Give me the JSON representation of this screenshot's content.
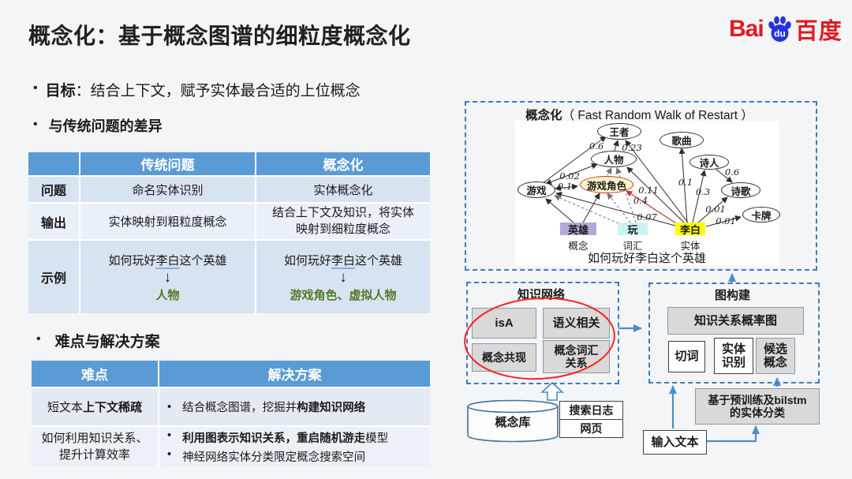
{
  "slide": {
    "title": "概念化：基于概念图谱的细粒度概念化",
    "logo": {
      "bai": "Bai",
      "du": "du",
      "cn": "百度"
    }
  },
  "bullets": {
    "bullet": "•",
    "goal_label": "目标",
    "goal_text": "：结合上下文，赋予实体最合适的上位概念",
    "diff_title": "与传统问题的差异",
    "challenge_title": "难点与解决方案"
  },
  "compare_table": {
    "col_trad": "传统问题",
    "col_conc": "概念化",
    "rows": {
      "problem": {
        "label": "问题",
        "trad": "命名实体识别",
        "conc": "实体概念化"
      },
      "output": {
        "label": "输出",
        "trad": "实体映射到粗粒度概念",
        "conc_l1": "结合上下文及知识，将实体",
        "conc_l2": "映射到细粒度概念"
      },
      "example": {
        "label": "示例",
        "q_pre": "如何玩好",
        "q_entity": "李白",
        "q_post": "这个英雄",
        "arrow": "↓",
        "trad_answer": "人物",
        "conc_answer": "游戏角色、虚拟人物"
      }
    }
  },
  "challenge_table": {
    "col_difficulty": "难点",
    "col_solution": "解决方案",
    "row1": {
      "difficulty_pre": "短文本",
      "difficulty_bold": "上下文稀疏",
      "sol_pre": "结合概念图谱，挖掘并",
      "sol_bold": "构建知识网络"
    },
    "row2": {
      "difficulty_l1": "如何利用知识关系、",
      "difficulty_l2": "提升计算效率",
      "sol1_bold": "利用图表示知识关系，重启随机游走",
      "sol1_post": "模型",
      "sol2": "神经网络实体分类限定概念搜索空间"
    }
  },
  "graph": {
    "title_bold": "概念化",
    "title_rest": "（ Fast Random Walk of Restart ）",
    "caption": "如何玩好李白这个英雄",
    "nodes": {
      "wangzhe": "王者",
      "gequ": "歌曲",
      "renwu": "人物",
      "shiren": "诗人",
      "youxi": "游戏",
      "juese": "游戏角色",
      "shige": "诗歌",
      "kapai": "卡牌",
      "yingxiong": "英雄",
      "wan": "玩",
      "libai": "李白"
    },
    "legend": {
      "concept": "概念",
      "vocab": "词汇",
      "entity": "实体"
    },
    "weights": {
      "youxi_wangzhe": "0.6",
      "libai_wangzhe": "0.23",
      "youxi_renwu": "0.02",
      "youxi_juese": "0.1",
      "libai_renwu": "0.11",
      "libai_juese": "0.4",
      "libai_youxi": "0.07",
      "libai_gequ": "0.1",
      "libai_shiren": "0.3",
      "shiren_shige": "0.6",
      "libai_shige": "0.01",
      "libai_kapai": "0.01"
    }
  },
  "flow": {
    "knowledge_network": {
      "title": "知识网络",
      "isa": "isA",
      "semantic": "语义相关",
      "cooccur": "概念共现",
      "vocab_l1": "概念词汇",
      "vocab_l2": "关系"
    },
    "graph_build": {
      "title": "图构建",
      "prob_graph": "知识关系概率图",
      "cut": "切词",
      "ner_l1": "实体",
      "ner_l2": "识别",
      "cand_l1": "候选",
      "cand_l2": "概念"
    },
    "sources": {
      "db": "概念库",
      "log": "搜索日志",
      "web": "网页"
    },
    "input_text": "输入文本",
    "classifier_l1": "基于预训练及bilstm",
    "classifier_l2": "的实体分类"
  },
  "colors": {
    "header_blue": "#5B9BD5",
    "dashed_blue": "#3E7CBF",
    "arrow_blue": "#4E8BCB",
    "answer_green": "#4F7A28",
    "node_yellow": "#FFF4CC",
    "node_red_border": "#C4342B",
    "hero_purple": "#B5A8D8",
    "wan_cyan": "#C9F4F6",
    "libai_yellow": "#FFFF00",
    "box_gray": "#D9D9D9",
    "circle_red": "#FF2222",
    "logo_red": "#E01B22",
    "logo_blue": "#2534E0"
  }
}
